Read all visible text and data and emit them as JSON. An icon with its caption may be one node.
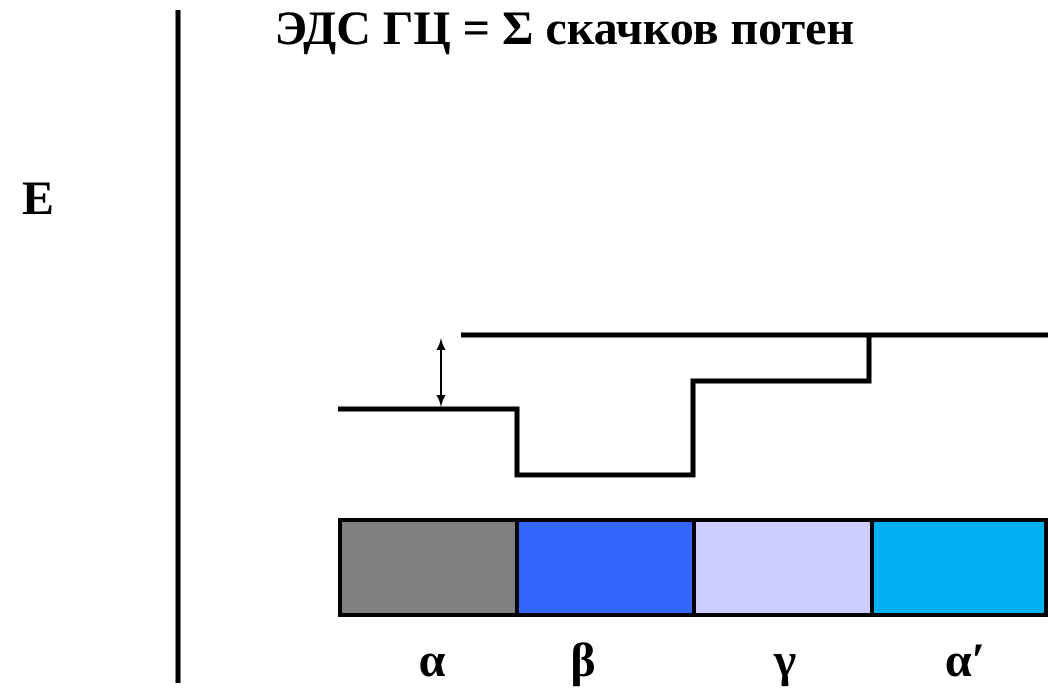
{
  "diagram": {
    "title": "ЭДС ГЦ = Σ скачков потен",
    "nodes": [
      {
        "text": [],
        "shape": "box",
        "beside": [
          "α"
        ]
      },
      {
        "text": [],
        "shape": "box",
        "beside": [
          "β"
        ]
      },
      {
        "text": [],
        "shape": "box",
        "beside": [
          "γ"
        ]
      },
      {
        "text": [],
        "shape": "box",
        "beside": [
          "α′"
        ]
      }
    ],
    "labels": [
      "E"
    ]
  }
}
